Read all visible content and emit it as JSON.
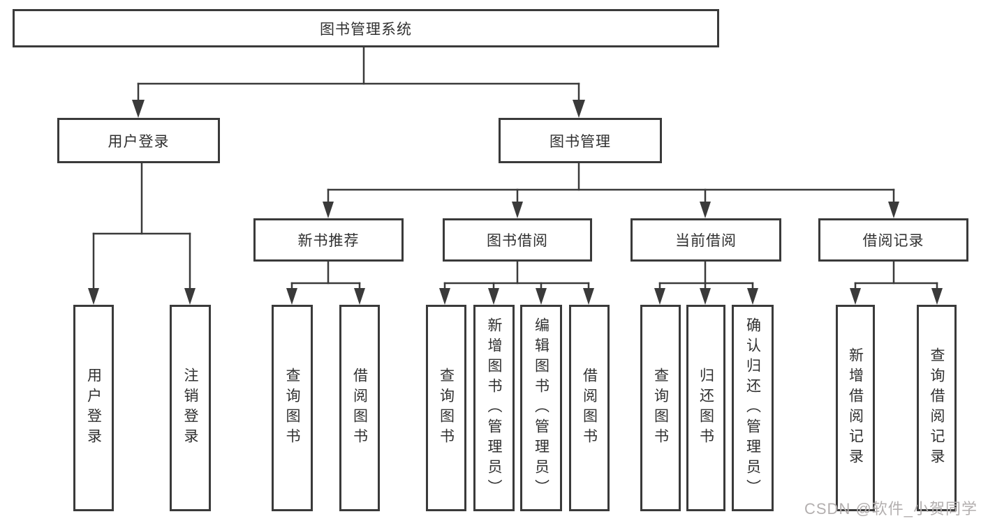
{
  "diagram": {
    "root": {
      "label": "图书管理系统"
    },
    "branches": [
      {
        "label": "用户登录",
        "children": [
          {
            "label": "用户登录"
          },
          {
            "label": "注销登录"
          }
        ]
      },
      {
        "label": "图书管理",
        "sections": [
          {
            "label": "新书推荐",
            "children": [
              {
                "label": "查询图书"
              },
              {
                "label": "借阅图书"
              }
            ]
          },
          {
            "label": "图书借阅",
            "children": [
              {
                "label": "查询图书"
              },
              {
                "label": "新增图书（管理员）"
              },
              {
                "label": "编辑图书（管理员）"
              },
              {
                "label": "借阅图书"
              }
            ]
          },
          {
            "label": "当前借阅",
            "children": [
              {
                "label": "查询图书"
              },
              {
                "label": "归还图书"
              },
              {
                "label": "确认归还（管理员）"
              }
            ]
          },
          {
            "label": "借阅记录",
            "children": [
              {
                "label": "新增借阅记录"
              },
              {
                "label": "查询借阅记录"
              }
            ]
          }
        ]
      }
    ]
  },
  "colors": {
    "line": "#3a3a3a",
    "text": "#303030",
    "watermark": "#b3afaf",
    "background": "#ffffff"
  },
  "watermark": {
    "text": "CSDN @软件_小贺同学"
  }
}
